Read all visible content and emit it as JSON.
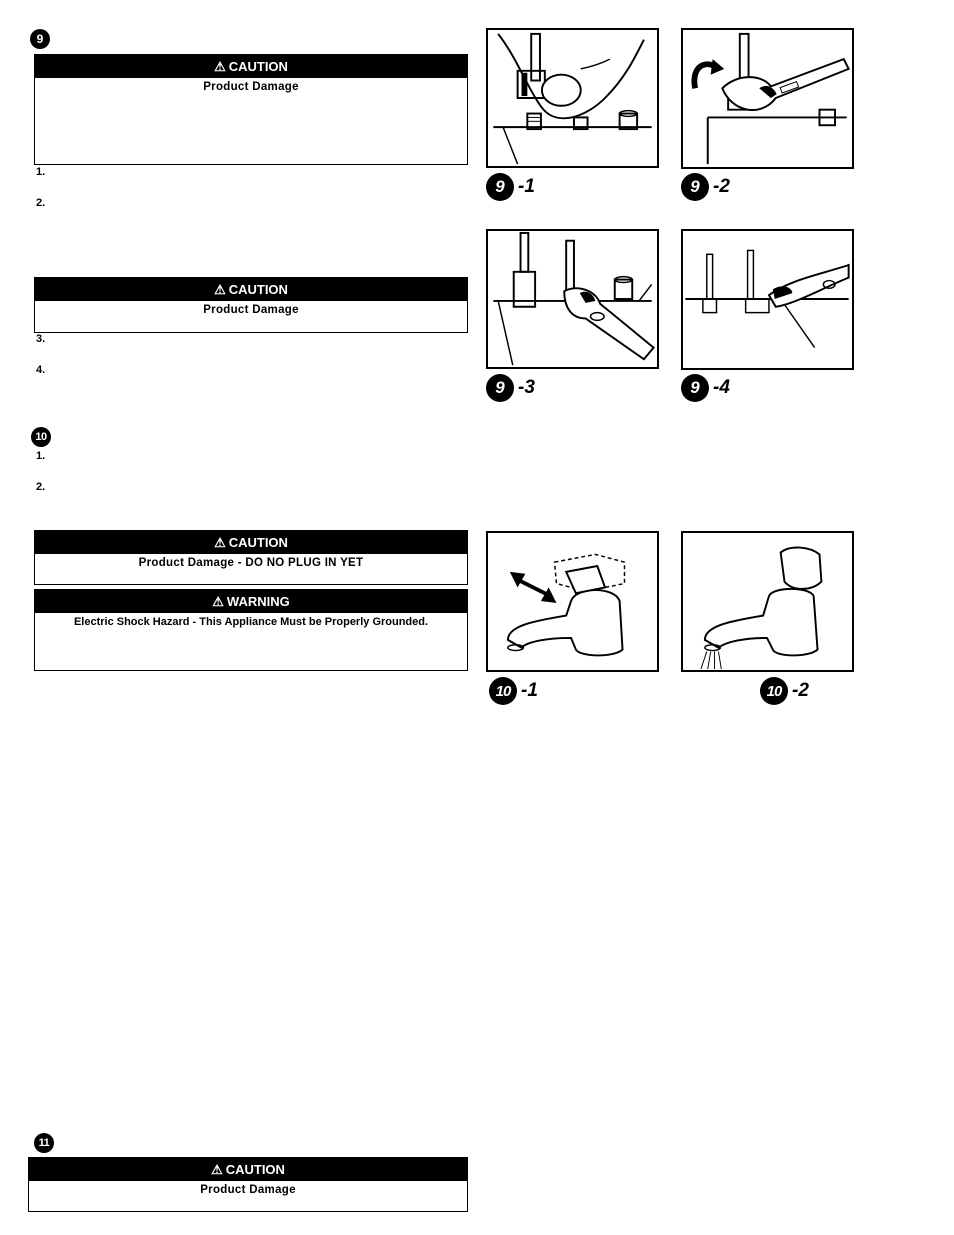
{
  "steps": {
    "s9": "9",
    "s10": "10",
    "s11": "11"
  },
  "icons": {
    "caution": "warning-triangle-icon"
  },
  "boxes": {
    "caution1": {
      "title": "CAUTION",
      "subtitle": "Product Damage"
    },
    "caution2": {
      "title": "CAUTION",
      "subtitle": "Product Damage"
    },
    "caution3": {
      "title": "CAUTION",
      "subtitle": "Product Damage - DO NO PLUG IN YET"
    },
    "warning1": {
      "title": "WARNING",
      "subtitle": "Electric Shock Hazard - This Appliance  Must be Properly Grounded."
    },
    "caution4": {
      "title": "CAUTION",
      "subtitle": "Product Damage"
    }
  },
  "list_numbers": {
    "a1": "1.",
    "a2": "2.",
    "a3": "3.",
    "a4": "4.",
    "b1": "1.",
    "b2": "2."
  },
  "figures": {
    "f9_1": {
      "num": "9",
      "suffix": "-1"
    },
    "f9_2": {
      "num": "9",
      "suffix": "-2"
    },
    "f9_3": {
      "num": "9",
      "suffix": "-3"
    },
    "f9_4": {
      "num": "9",
      "suffix": "-4"
    },
    "f10_1": {
      "num": "10",
      "suffix": "-1"
    },
    "f10_2": {
      "num": "10",
      "suffix": "-2"
    }
  }
}
